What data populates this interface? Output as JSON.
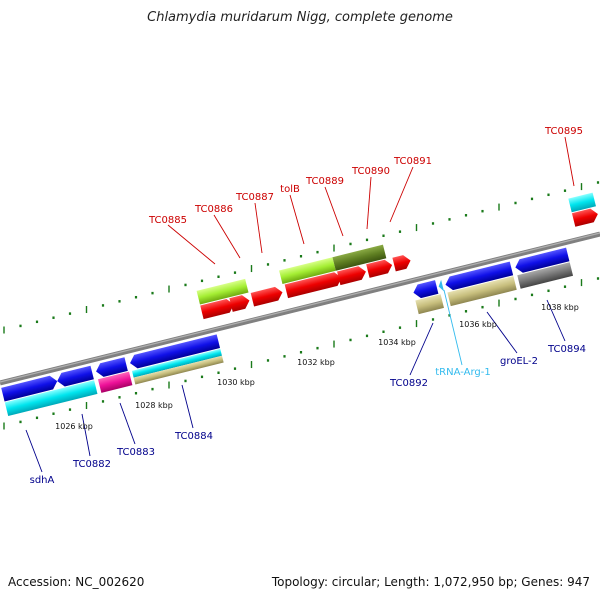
{
  "title": "Chlamydia muridarum Nigg, complete genome",
  "footer": {
    "accession": "Accession: NC_002620",
    "summary": "Topology: circular; Length: 1,072,950 bp; Genes: 947"
  },
  "colors": {
    "upper_label": "#cc0000",
    "lower_label": "#00008b",
    "trna_label": "#33bbee",
    "backbone": "#808080",
    "tick": "#1a7a1a"
  },
  "kbp_labels": [
    "1026 kbp",
    "1028 kbp",
    "1030 kbp",
    "1032 kbp",
    "1034 kbp",
    "1036 kbp",
    "1038 kbp"
  ],
  "upper_labels": [
    "TC0885",
    "TC0886",
    "TC0887",
    "tolB",
    "TC0889",
    "TC0890",
    "TC0891",
    "TC0895"
  ],
  "lower_labels": [
    "sdhA",
    "TC0882",
    "TC0883",
    "TC0884",
    "TC0892",
    "tRNA-Arg-1",
    "groEL-2",
    "TC0894"
  ]
}
